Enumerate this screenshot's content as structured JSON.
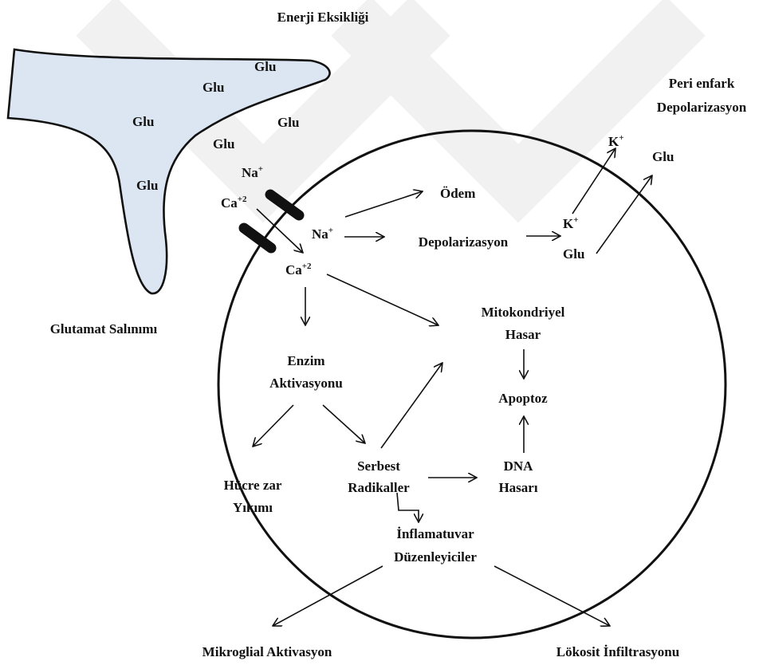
{
  "colors": {
    "presynaptic_fill": "#dce6f2",
    "stroke": "#111111",
    "watermark": "#eeeeee"
  },
  "labels": {
    "energy_deficit": "Enerji Eksikliği",
    "glu": "Glu",
    "glutamate_release": "Glutamat Salınımı",
    "peri_infarct_line1": "Peri enfark",
    "peri_infarct_line2": "Depolarizasyon",
    "k_plus": "K",
    "plus": "+",
    "na": "Na",
    "ca": "Ca",
    "plus2": "+2",
    "edema": "Ödem",
    "depolarization": "Depolarizasyon",
    "mito_line1": "Mitokondriyel",
    "mito_line2": "Hasar",
    "apoptosis": "Apoptoz",
    "enzyme_line1": "Enzim",
    "enzyme_line2": "Aktivasyonu",
    "free_line1": "Serbest",
    "free_line2": "Radikaller",
    "dna_line1": "DNA",
    "dna_line2": "Hasarı",
    "membrane_line1": "Hücre zar",
    "membrane_line2": "Yıkımı",
    "inflam_line1": "İnflamatuvar",
    "inflam_line2": "Düzenleyiciler",
    "microglia": "Mikroglial  Aktivasyon",
    "leukocyte": "Lökosit İnfiltrasyonu"
  }
}
